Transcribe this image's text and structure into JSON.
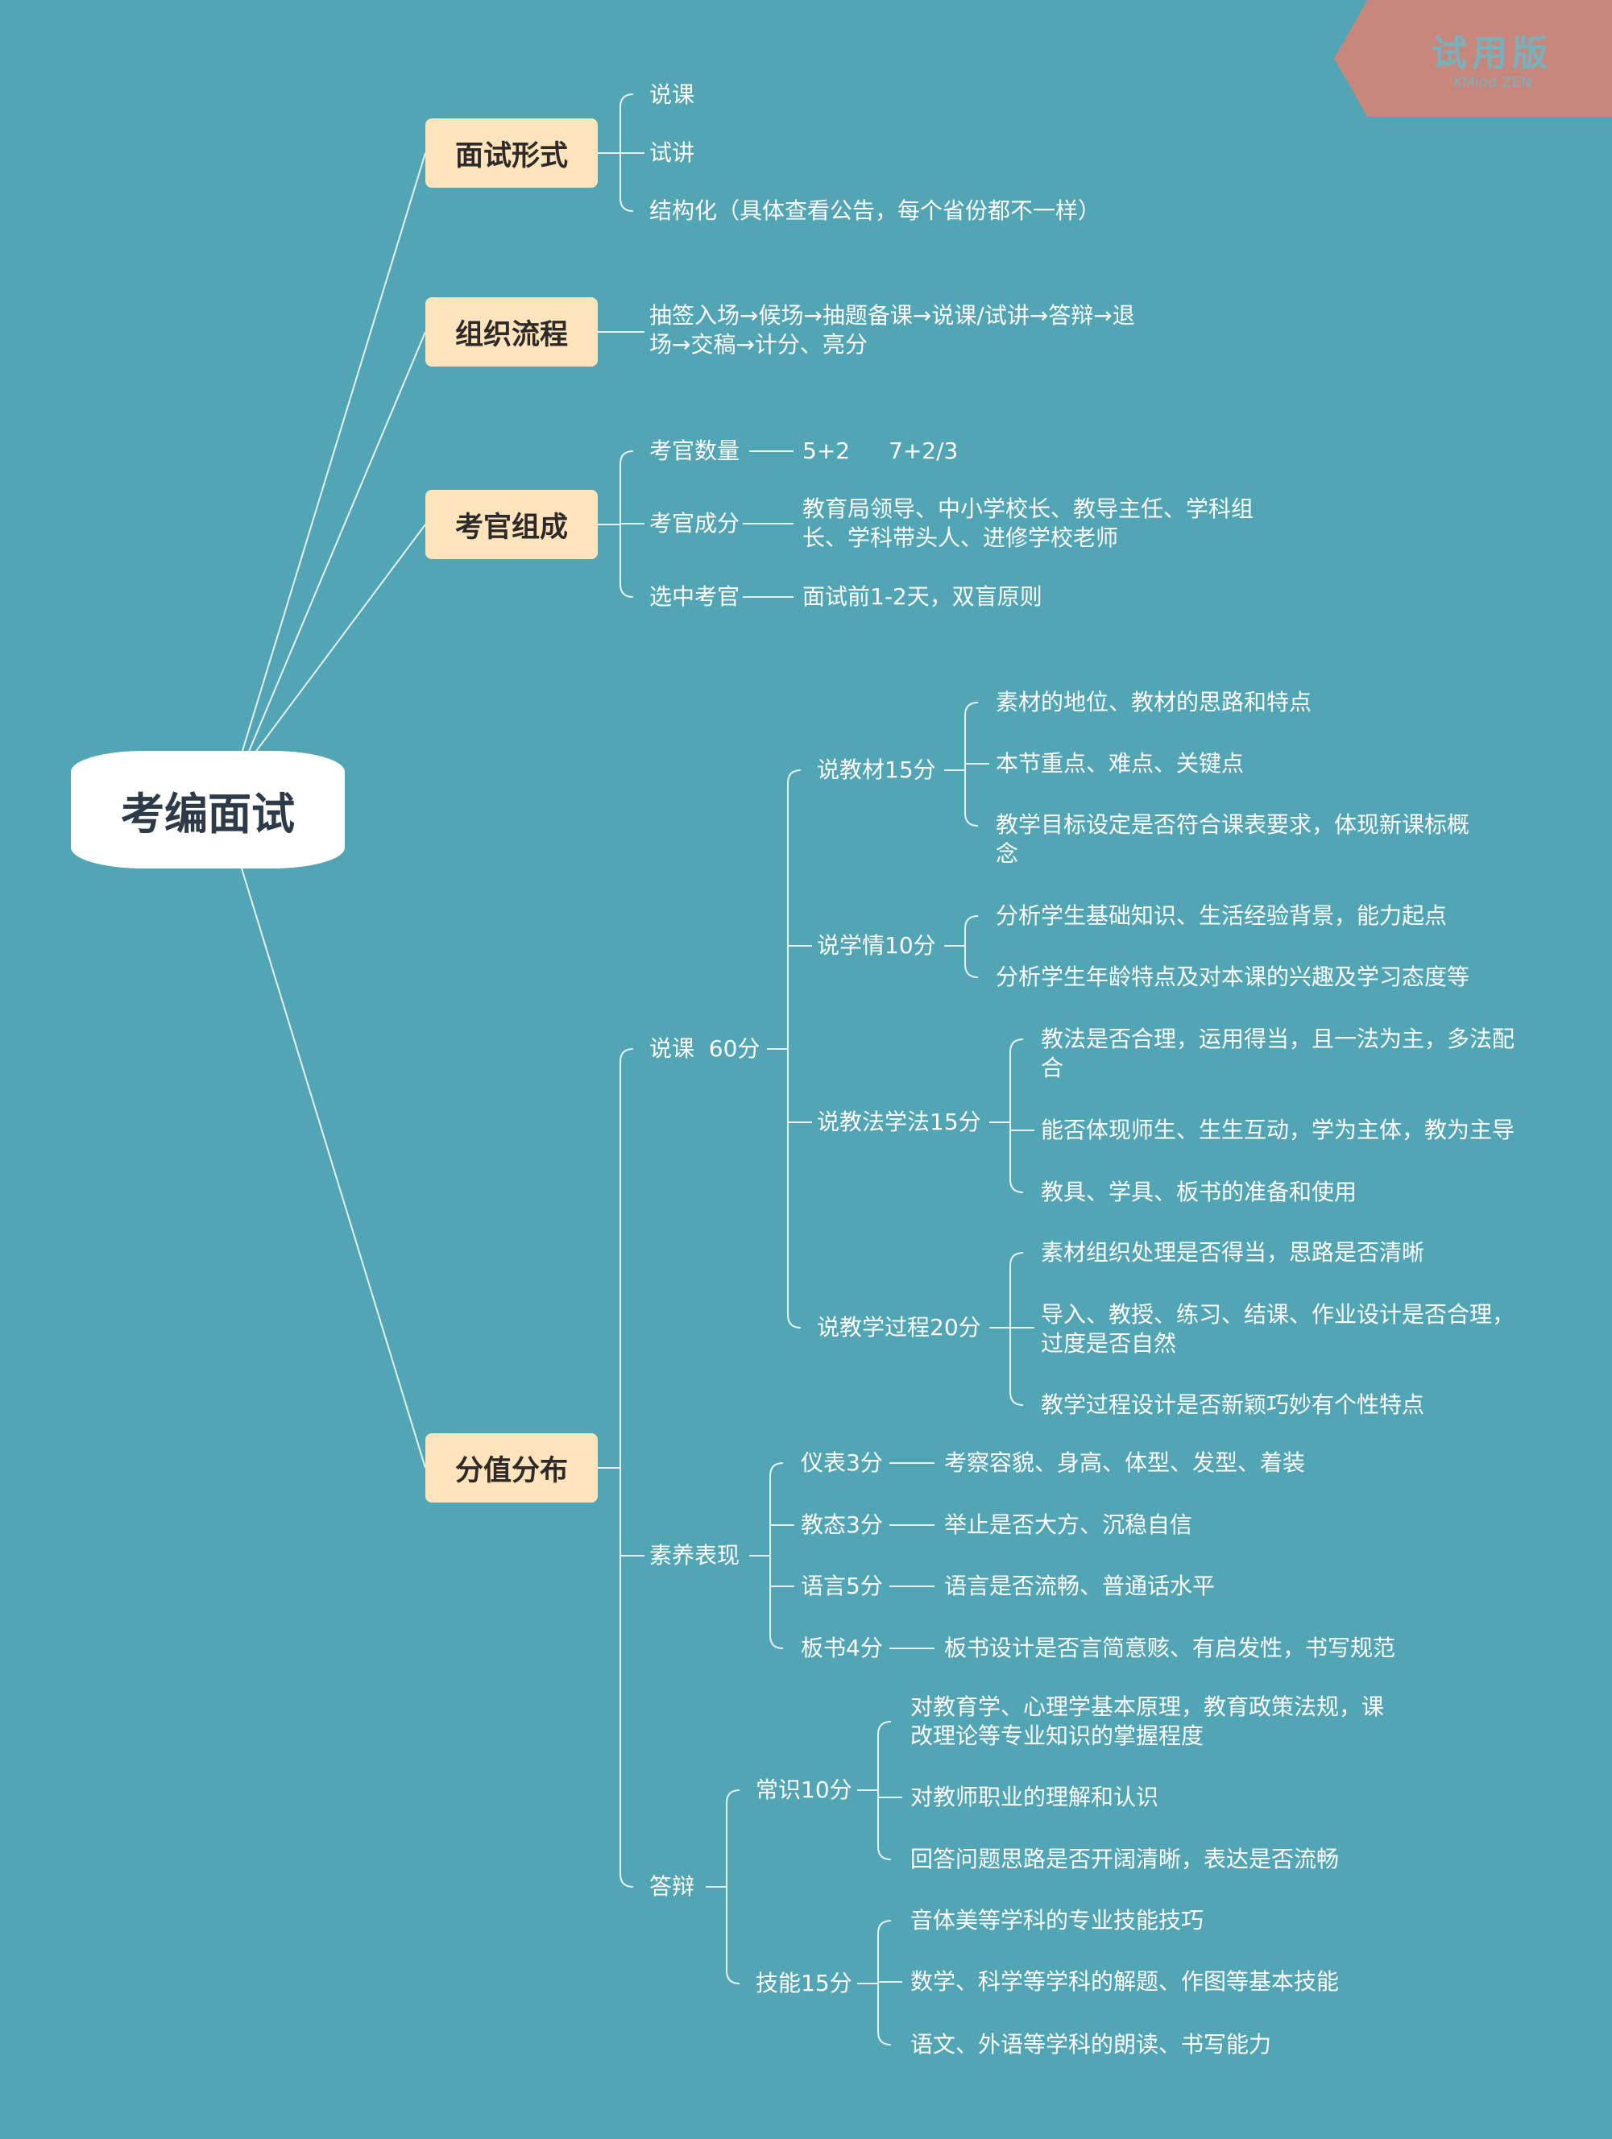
{
  "root": "考编面试",
  "badge": {
    "title": "试用版",
    "subtitle": "XMind ZEN"
  },
  "form": {
    "title": "面试形式",
    "items": [
      "说课",
      "试讲",
      "结构化（具体查看公告，每个省份都不一样）"
    ]
  },
  "process": {
    "title": "组织流程",
    "text": "抽签入场→候场→抽题备课→说课/试讲→答辩→退场→交稿→计分、亮分"
  },
  "examiners": {
    "title": "考官组成",
    "count": {
      "label": "考官数量",
      "value1": "5+2",
      "value2": "7+2/3"
    },
    "composition": {
      "label": "考官成分",
      "value": "教育局领导、中小学校长、教导主任、学科组长、学科带头人、进修学校老师"
    },
    "selection": {
      "label": "选中考官",
      "value": "面试前1-2天，双盲原则"
    }
  },
  "scores": {
    "title": "分值分布",
    "lecture": {
      "label": "说课  60分",
      "material": {
        "label": "说教材15分",
        "items": [
          "素材的地位、教材的思路和特点",
          "本节重点、难点、关键点",
          "教学目标设定是否符合课表要求，体现新课标概念"
        ]
      },
      "students": {
        "label": "说学情10分",
        "items": [
          "分析学生基础知识、生活经验背景，能力起点",
          "分析学生年龄特点及对本课的兴趣及学习态度等"
        ]
      },
      "methods": {
        "label": "说教法学法15分",
        "items": [
          "教法是否合理，运用得当，且一法为主，多法配合",
          "能否体现师生、生生互动，学为主体，教为主导",
          "教具、学具、板书的准备和使用"
        ]
      },
      "process": {
        "label": "说教学过程20分",
        "items": [
          "素材组织处理是否得当，思路是否清晰",
          "导入、教授、练习、结课、作业设计是否合理，过度是否自然",
          "教学过程设计是否新颖巧妙有个性特点"
        ]
      }
    },
    "quality": {
      "label": "素养表现",
      "items": [
        {
          "label": "仪表3分",
          "value": "考察容貌、身高、体型、发型、着装"
        },
        {
          "label": "教态3分",
          "value": "举止是否大方、沉稳自信"
        },
        {
          "label": "语言5分",
          "value": "语言是否流畅、普通话水平"
        },
        {
          "label": "板书4分",
          "value": "板书设计是否言简意赅、有启发性，书写规范"
        }
      ]
    },
    "defense": {
      "label": "答辩",
      "knowledge": {
        "label": "常识10分",
        "items": [
          "对教育学、心理学基本原理，教育政策法规，课改理论等专业知识的掌握程度",
          "对教师职业的理解和认识",
          "回答问题思路是否开阔清晰，表达是否流畅"
        ]
      },
      "skills": {
        "label": "技能15分",
        "items": [
          "音体美等学科的专业技能技巧",
          "数学、科学等学科的解题、作图等基本技能",
          "语文、外语等学科的朗读、书写能力"
        ]
      }
    }
  }
}
